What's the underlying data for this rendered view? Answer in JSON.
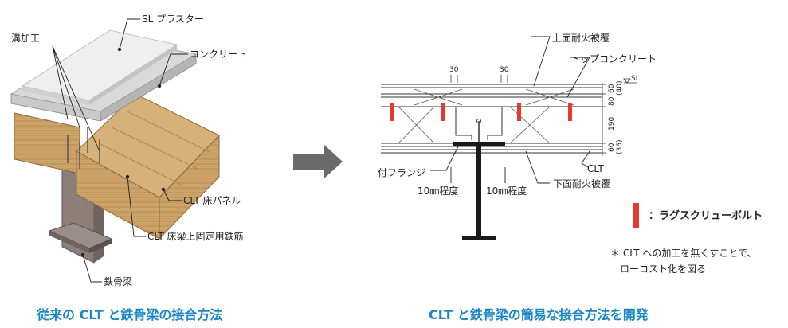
{
  "left_diagram": {
    "labels": {
      "sl_plaster": "SL プラスター",
      "groove": "溝加工",
      "concrete": "コンクリート",
      "clt_panel": "CLT 床パネル",
      "rebar": "CLT 床梁上固定用鉄筋",
      "steel_beam": "鉄骨梁"
    },
    "caption": "従来の CLT と鉄骨梁の接合方法"
  },
  "arrow": {
    "icon": "right-arrow-icon"
  },
  "right_diagram": {
    "labels": {
      "top_fireproof": "上面耐火被覆",
      "top_concrete": "トップコンクリート",
      "sl": "SL",
      "flange": "付フランジ",
      "clt": "CLT",
      "bottom_fireproof": "下面耐火被覆",
      "spacing_left": "10㎜程度",
      "spacing_right": "10㎜程度"
    },
    "dims": {
      "top_gap_left": "30",
      "top_gap_right": "30",
      "d60": "60",
      "d40": "(40)",
      "d80": "80",
      "d190": "190",
      "d60b": "60",
      "d36": "(36)"
    },
    "legend_label": "：ラグスクリューボルト",
    "legend_color": "#e53b2c",
    "note_line1": "＊ CLT への加工を無くすことで、",
    "note_line2": "ローコスト化を図る",
    "caption": "CLT と鉄骨梁の簡易な接合方法を開発"
  },
  "colors": {
    "caption": "#1a86c8",
    "wood": "#c9a46a",
    "steel": "#8a7f7c",
    "plaster": "#e8e8e8",
    "bolt": "#e53b2c"
  }
}
